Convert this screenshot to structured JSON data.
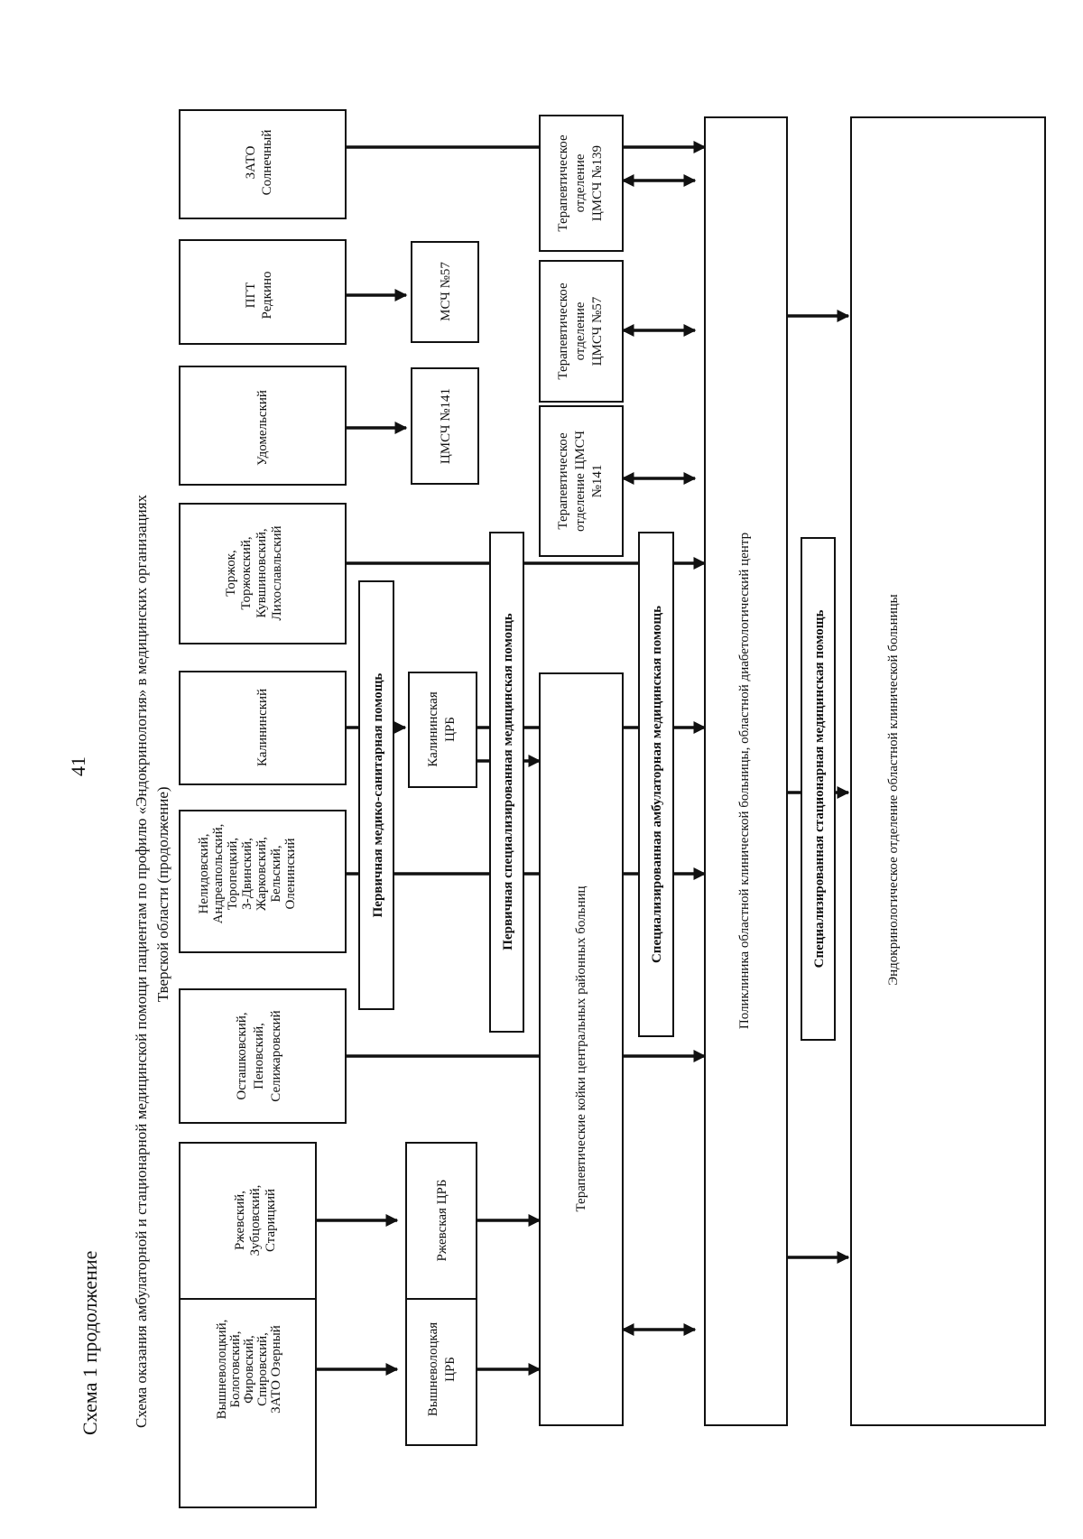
{
  "header": {
    "page_number": "41",
    "scheme_label": "Схема 1 продолжение",
    "title_line1": "Схема оказания амбулаторной и стационарной медицинской помощи пациентам по профилю «Эндокринология» в медицинских организациях",
    "title_line2": "Тверской области (продолжение)"
  },
  "districts": [
    [
      "Вышневолоцкий,",
      "Бологовский,",
      "Фировский,",
      "Спировский,",
      "ЗАТО Озерный"
    ],
    [
      "Ржевский,",
      "Зубцовский,",
      "Старицкий"
    ],
    [
      "Осташковский,",
      "Пеновский,",
      "Селижаровский"
    ],
    [
      "Нелидовский,",
      "Андреапольский,",
      "Торопецкий,",
      "З-Двинский,",
      "Жарковский,",
      "Бельский,",
      "Оленинский"
    ],
    [
      "Калининский"
    ],
    [
      "Торжок,",
      "Торжокский,",
      "Кувшиновский,",
      "Лихославльский"
    ],
    [
      "Удомельский"
    ],
    [
      "ПГТ",
      "Редкино"
    ],
    [
      "ЗАТО",
      "Солнечный"
    ]
  ],
  "hospitals": {
    "vyshnevolotskaya": [
      "Вышневолоцкая",
      "ЦРБ"
    ],
    "rzhevskaya": [
      "Ржевская ЦРБ"
    ],
    "kalininskaya": [
      "Калининская",
      "ЦРБ"
    ],
    "tsmsch141": [
      "ЦМСЧ №141"
    ],
    "msch57": [
      "МСЧ №57"
    ]
  },
  "therapy_departments": [
    [
      "Терапевтическое",
      "отделение ЦМСЧ",
      "№141"
    ],
    [
      "Терапевтическое",
      "отделение",
      "ЦМСЧ №57"
    ],
    [
      "Терапевтическое",
      "отделение",
      "ЦМСЧ №139"
    ]
  ],
  "care_levels": {
    "primary_health": "Первичная медико-санитарная помощь",
    "primary_specialized": "Первичная специализированная медицинская помощь",
    "specialized_ambulatory": "Специализированная амбулаторная медицинская помощь",
    "specialized_inpatient": "Специализированная стационарная медицинская помощь"
  },
  "columns": {
    "district_beds": "Терапевтические койки центральных районных больниц",
    "polyclinic": "Поликлиника областной клинической больницы, областной диабетологический центр",
    "endo_department": "Эндокринологическое отделение областной клинической больницы"
  }
}
